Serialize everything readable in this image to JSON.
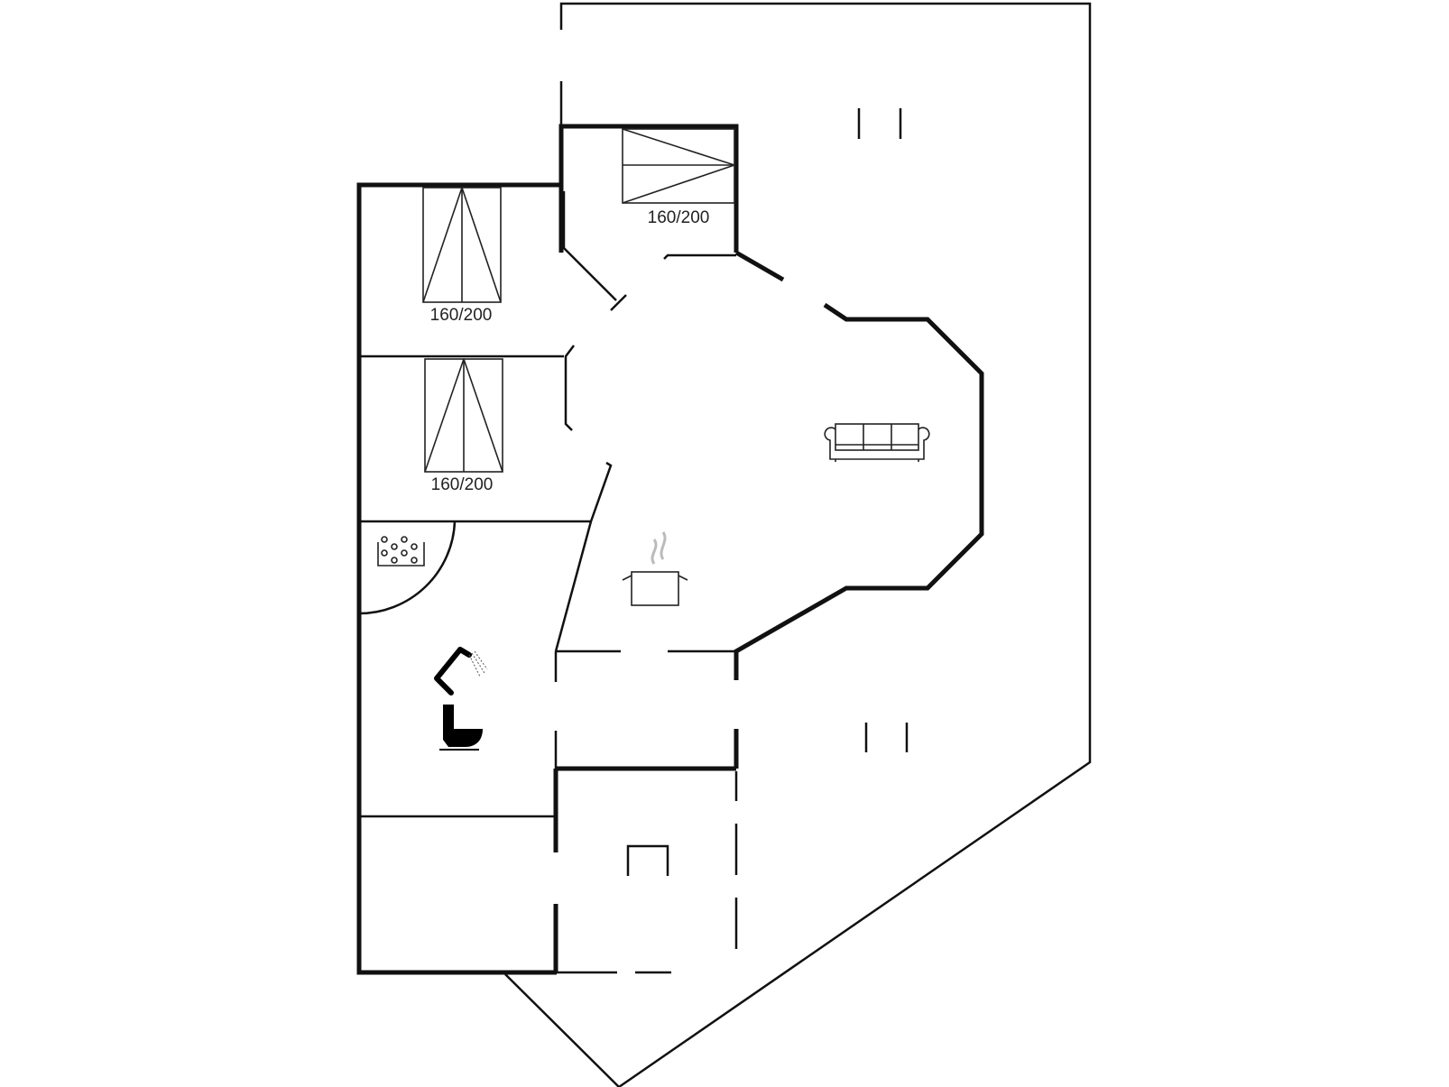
{
  "diagram": {
    "type": "floor-plan",
    "background": "#ffffff",
    "wall_color": "#111111",
    "rooms": [
      {
        "id": "bedroom-1",
        "bed_label": "160/200"
      },
      {
        "id": "bedroom-2",
        "bed_label": "160/200"
      },
      {
        "id": "bedroom-3",
        "bed_label": "160/200"
      },
      {
        "id": "living-room",
        "icon": "sofa-icon"
      },
      {
        "id": "kitchen",
        "icon": "cooking-pot-icon"
      },
      {
        "id": "bathroom",
        "icons": [
          "sauna-stones-icon",
          "shower-icon",
          "toilet-icon"
        ]
      },
      {
        "id": "utility-room"
      },
      {
        "id": "storage",
        "icon": "fireplace-icon"
      },
      {
        "id": "terrace-north",
        "icon": "terrace-marker-icon"
      },
      {
        "id": "terrace-south",
        "icon": "terrace-marker-icon"
      }
    ],
    "labels": {
      "bed_north": "160/200",
      "bed_west_top": "160/200",
      "bed_west_bottom": "160/200"
    }
  }
}
